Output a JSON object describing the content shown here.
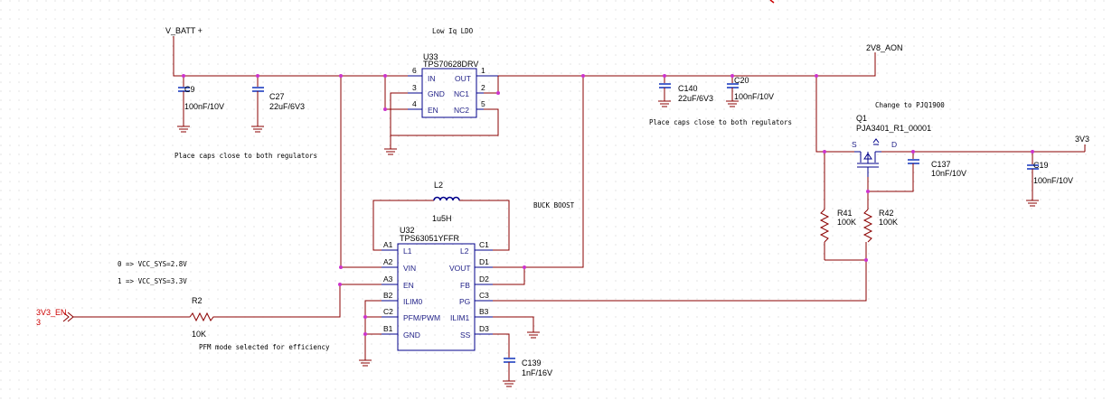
{
  "nets": {
    "vbatt": "V_BATT +",
    "v2v8": "2V8_AON",
    "v3v3": "3V3",
    "en_port": "3V3_EN",
    "en_port_sub": "3"
  },
  "notes": {
    "ldo_title": "Low Iq LDO",
    "caps_left": "Place caps close to both regulators",
    "caps_right": "Place caps close to both regulators",
    "buckboost": "BUCK BOOST",
    "change_to": "Change to PJQ1900",
    "mode_28": "0 => VCC_SYS=2.8V",
    "mode_33": "1 => VCC_SYS=3.3V",
    "pfm": "PFM mode selected for efficiency"
  },
  "u33": {
    "ref": "U33",
    "part": "TPS70628DRV",
    "pins_left": [
      {
        "num": "6",
        "name": "IN"
      },
      {
        "num": "3",
        "name": "GND"
      },
      {
        "num": "4",
        "name": "EN"
      }
    ],
    "pins_right": [
      {
        "num": "1",
        "name": "OUT"
      },
      {
        "num": "2",
        "name": "NC1"
      },
      {
        "num": "5",
        "name": "NC2"
      }
    ]
  },
  "u32": {
    "ref": "U32",
    "part": "TPS63051YFFR",
    "pins_left": [
      {
        "num": "A1",
        "name": "L1"
      },
      {
        "num": "A2",
        "name": "VIN"
      },
      {
        "num": "A3",
        "name": "EN"
      },
      {
        "num": "B2",
        "name": "ILIM0"
      },
      {
        "num": "C2",
        "name": "PFM/PWM"
      },
      {
        "num": "B1",
        "name": "GND"
      }
    ],
    "pins_right": [
      {
        "num": "C1",
        "name": "L2"
      },
      {
        "num": "D1",
        "name": "VOUT"
      },
      {
        "num": "D2",
        "name": "FB"
      },
      {
        "num": "C3",
        "name": "PG"
      },
      {
        "num": "B3",
        "name": "ILIM1"
      },
      {
        "num": "D3",
        "name": "SS"
      }
    ]
  },
  "l2": {
    "ref": "L2",
    "value": "1u5H"
  },
  "r2": {
    "ref": "R2",
    "value": "10K"
  },
  "r41": {
    "ref": "R41",
    "value": "100K"
  },
  "r42": {
    "ref": "R42",
    "value": "100K"
  },
  "q1": {
    "ref": "Q1",
    "part": "PJA3401_R1_00001",
    "pin_labels": [
      "S",
      "D"
    ]
  },
  "caps": {
    "c9": {
      "ref": "C9",
      "value": "100nF/10V"
    },
    "c27": {
      "ref": "C27",
      "value": "22uF/6V3"
    },
    "c140": {
      "ref": "C140",
      "value": "22uF/6V3"
    },
    "c20": {
      "ref": "C20",
      "value": "100nF/10V"
    },
    "c137": {
      "ref": "C137",
      "value": "10nF/10V"
    },
    "c19": {
      "ref": "C19",
      "value": "100nF/10V"
    },
    "c139": {
      "ref": "C139",
      "value": "1nF/16V"
    }
  },
  "colors": {
    "wire": "#8b0000",
    "component": "#00008b",
    "junction": "#cc33cc",
    "port": "#cc0000",
    "grid": "#d8d8d8"
  }
}
